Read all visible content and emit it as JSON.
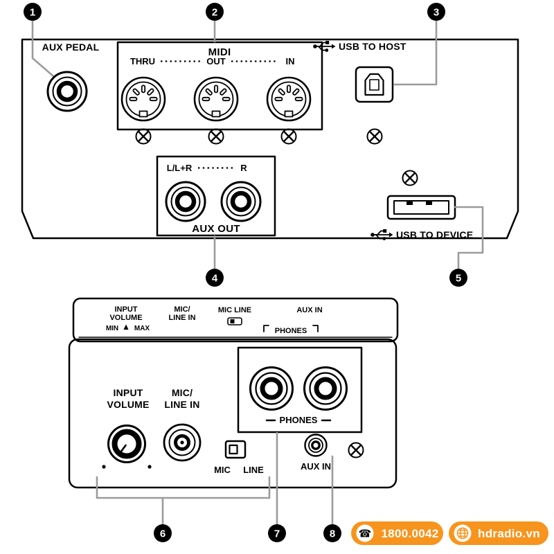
{
  "rear_panel": {
    "aux_pedal": "AUX PEDAL",
    "midi_title": "MIDI",
    "midi_thru": "THRU",
    "midi_out": "OUT",
    "midi_in": "IN",
    "usb_to_host": "USB TO HOST",
    "aux_out_left": "L/L+R",
    "aux_out_right": "R",
    "aux_out_title": "AUX OUT",
    "usb_to_device": "USB TO DEVICE"
  },
  "front_panel_top": {
    "input_line1": "INPUT",
    "input_line2": "VOLUME",
    "min": "MIN",
    "max": "MAX",
    "mic_line1": "MIC/",
    "mic_line2": "LINE IN",
    "mic_line_switch": "MIC LINE",
    "aux_in": "AUX IN",
    "phones": "PHONES"
  },
  "front_panel": {
    "input_line1": "INPUT",
    "input_line2": "VOLUME",
    "mic_line1": "MIC/",
    "mic_line2": "LINE IN",
    "phones": "PHONES",
    "mic": "MIC",
    "line": "LINE",
    "aux_in": "AUX IN"
  },
  "callouts": [
    "1",
    "2",
    "3",
    "4",
    "5",
    "6",
    "7",
    "8"
  ],
  "footer": {
    "hotline": "1800.0042",
    "website": "hdradio.vn",
    "accent_color": "#F7941E",
    "phone_icon_glyph": "☎"
  },
  "colors": {
    "outline": "#000000",
    "callout_line": "#9B9B9B",
    "background": "#FFFFFF"
  }
}
